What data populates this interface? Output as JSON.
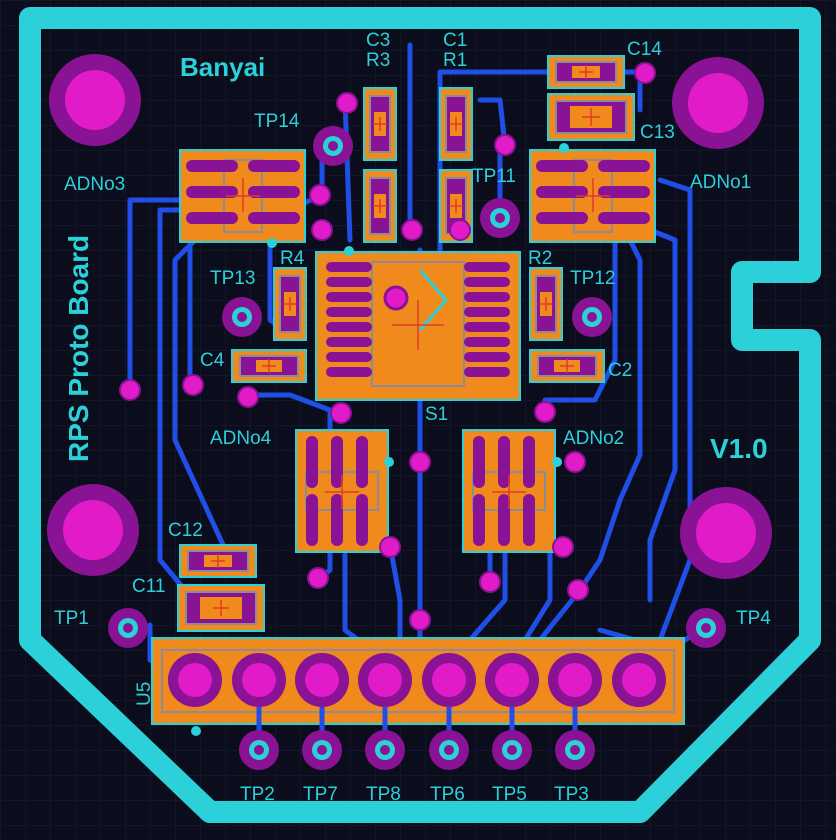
{
  "board": {
    "author": "Banyai",
    "title": "RPS Proto Board",
    "version": "V1.0"
  },
  "components": {
    "ic_main": "S1",
    "connector": "U5",
    "amps": [
      "ADNo1",
      "ADNo2",
      "ADNo3",
      "ADNo4"
    ],
    "resistors": [
      "R1",
      "R2",
      "R3",
      "R4"
    ],
    "capacitors": [
      "C1",
      "C2",
      "C3",
      "C4",
      "C11",
      "C12",
      "C13",
      "C14"
    ],
    "test_points": [
      "TP1",
      "TP2",
      "TP3",
      "TP4",
      "TP5",
      "TP6",
      "TP7",
      "TP8",
      "TP11",
      "TP12",
      "TP13",
      "TP14"
    ]
  },
  "colors": {
    "background": "#0b0d1c",
    "outline": "#2cd0d8",
    "copper_top": "#f08a1c",
    "trace": "#1f4fe6",
    "pad": "#e21bc8",
    "pad_ring": "#8a1294",
    "silkscreen": "#2cd0d8"
  }
}
